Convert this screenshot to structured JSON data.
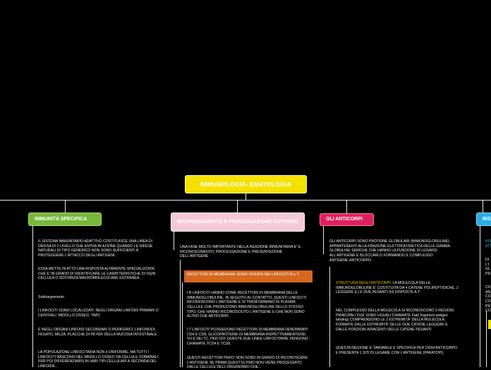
{
  "root": {
    "title": "IMMUNOLOGIA- EMATOLOGIA"
  },
  "colors": {
    "root": "#f5e000",
    "immunita": "#78b83a",
    "riconoscimento": "#f5c8d8",
    "anticorpi": "#e0205e",
    "risposta": "#2aaee0",
    "recettori": "#d5681e"
  },
  "topics": [
    {
      "label": "IMMUNITÀ SPECIFICA"
    },
    {
      "label": "RICONOSCIMENTO E PROCESSAZIONE ANTIGENE"
    },
    {
      "label": "GLI ANTICORPI"
    },
    {
      "label": "RIS"
    }
  ],
  "immunita": {
    "items": [
      "IL SISTEMA IMMUNITARIO ADATTIVO COSTITUISCE UNA LINEA DI DIFESA DI 2 LIVELLO CHE ENTRA IN AZIONE QUANDO LE DIFESE NATURALI DI TIPO GENERICO NON SONO SUFFICIENTI A PROTEGGERE L'ATTACCO DEGLI ANTIGENI.",
      "ESSA METTE IN ATTO UNA RISPOSTA ALTAMENTE SPECIALIZZATA CHE E' IN GRADO DI IDENTIFICARE LE CARATTERISTICHE DI OGNI CELLULA O SOSTANZA MACROMOLECOLARE ESTRANEA.",
      "Sottoargomento",
      "I LINFOCITI SONO LOCALIZZATI: NEGLI ORGANI LINFOIDI PRIMARI O CENTRALI: MIDOLLO OSSEO, TIMO",
      "E NEGLI ORGANI LINFOIDI SECONDARI O PERIFERICI: LINFONODI, FEGATO, MILZA, PLACCHE DI PEYER DELLA MUCOSA INTESTINALE.",
      "LA POPOLAZIONE LINFOCITARIA NON è UNIFORME, MA TUTTI I LINFOCITI NASCONO NEL MIDOLLO OSSEO DA CELLULE STAMINALI PER POI DIFFERENZIARSI IN VARI TIPI CELLULARI A SECONDA DEL LINFOIDE..."
    ]
  },
  "riconoscimento": {
    "intro": "UNA FASE MOLTO IMPORTANTE NELLA REAZIONE IMMUNITARIA E' IL RICONOSCIMENTO, PROCESSAZIONE E PRESENTAZIONE DELL'ANTIGENE",
    "recettori": "RECETTORI DI MEMBRANA: SONO DIVERSI NEI LINFOCITI B e T.",
    "items": [
      "I B LINFOCITI HANNO COME RECETTORI DI MEMBRANA DELLE IMMUNOGLOBULINE. IN SEGUITO AL CONTATTO, QUESTI LINFOCITI RICONOSCONO L'ANTIGENE E SI TRASFORMANO IN PLASMA CELLULE CHE PRODUCONO IMMUNOGLOBULINE DELLO STESSO TIPO, CHE HANNO RICONOSCIUTO L'ANTIGENE E CHE NON SONO ALTRO CHE ANTICORPI.",
      "I T LINFOCITI POSSIEDONO RECETTORI DI MEMBRANA DENOMINATI CD4 E CD8, GLICOPROTEINE DI MEMBRANA RISPETTIVAMENTEDEI TH E DEI TC, PER CIO' QUESTE DUE LINEE LINFOCITARIE VENGONO CHIAMATE TCD4 E TCD8.",
      "QUESTI RECETTORI PERO' NON SONO IN GRADO DI RICONOSCERE L'ANTIGENE SE PRIMA QUEST'ULTIMO NON VIENE PROCESSATO DALLE CELLULE DELL'ORGANISMO CHE..."
    ]
  },
  "anticorpi": {
    "intro": "GLI ANTICORPI SONO PROTEINE GLOBULARI (IMMUNOGLOBULINE) APPARTENENTI ALLA FRAZIONE ELETTROFORETICA DELLE GAMMA-GLOBULINE SERICHE CHE HANNO LA FUNZIONE DI LEGARSI ALL'ANTIGENE E BLOCCARLO FORMANDO IL COMPLESSO ANTIGENE-ANTICORPO.",
    "struttura_label": "STRUTTURA DEGLI ANTICORPI",
    "struttura_text": ": LA MOLECOLA DELLE IMMUNOGLOBULINE E' COSTITUITA DA 4 CATENE POLIPEPTIDICHE, 2 LEGGERE (L) E DUE PESANTI (H) DISPOSTE A Y.",
    "items": [
      "NEL COMPLESSO DELLA MOLECOLA SI RICONOSCONO 3 REGIONI PRINCIPALI DUE SONO UGUALI CHIAMATE Fab( fragment antigen binding) COMPRENDONO LE 2 ESTREMITÀ' DELLA MOLECOLA, FORMATE DALLE ESTREMITÀ' DELLE DUE CATENE LEGGERE E DALLE PORZIONI ADIACENTI DELLE CATENE PESANTI.",
      "QUESTA REGIONE E' VARIABILE E SPECIFICA PER OGNI ANTICORPO E PRESENTA 1 SITI DI LEGAME CON L'ANTIGENE (PARATOPI)."
    ]
  },
  "risposta": {
    "items": [
      "RIS ATT",
      "DI L'I GL PR",
      "CO AN CO CO PR CO"
    ]
  }
}
